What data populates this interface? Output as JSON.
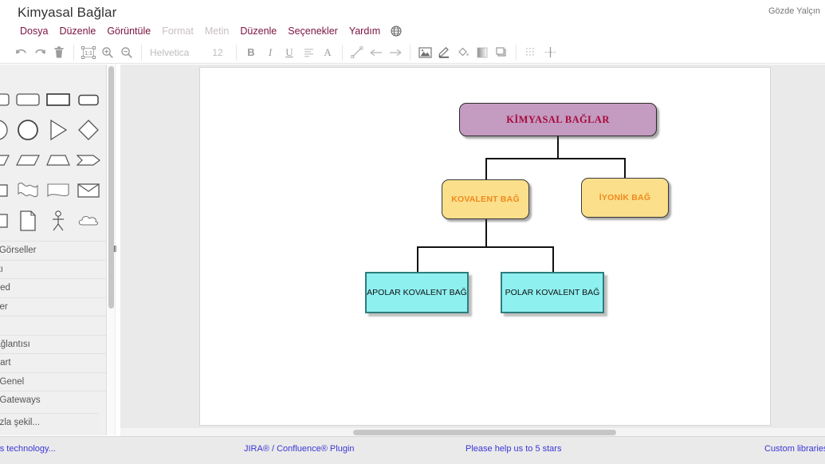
{
  "header": {
    "document_title": "Kimyasal Bağlar",
    "user_name": "Gözde Yalçın",
    "menu": [
      {
        "label": "Dosya",
        "disabled": false
      },
      {
        "label": "Düzenle",
        "disabled": false
      },
      {
        "label": "Görüntüle",
        "disabled": false
      },
      {
        "label": "Format",
        "disabled": true
      },
      {
        "label": "Metin",
        "disabled": true
      },
      {
        "label": "Düzenle",
        "disabled": false
      },
      {
        "label": "Seçenekler",
        "disabled": false
      },
      {
        "label": "Yardım",
        "disabled": false
      }
    ],
    "language_icon": "globe-icon"
  },
  "toolbar": {
    "undo": "undo-icon",
    "redo": "redo-icon",
    "delete": "trash-icon",
    "fit_page": "fit-one-to-one-icon",
    "zoom_in": "zoom-in-icon",
    "zoom_out": "zoom-out-icon",
    "font_name": "Helvetica",
    "font_size": "12",
    "bold": "B",
    "italic": "I",
    "underline": "U",
    "align": "align-icon",
    "font_color": "A",
    "line": "line-icon",
    "arrow_left": "arrow-left-icon",
    "arrow_right": "arrow-right-icon",
    "image": "image-icon",
    "line_color": "pen-icon",
    "fill_color": "fill-bucket-icon",
    "gradient": "gradient-icon",
    "shadow": "shadow-icon",
    "grid": "grid-icon",
    "waypoints": "waypoint-crosshair-icon"
  },
  "sidebar": {
    "shapes": [
      [
        "rounded-rectangle-shape",
        "rounded-rectangle-shape",
        "rectangle-shape",
        "rounded-rectangle-shape"
      ],
      [
        "circle-shape",
        "circle-shape",
        "triangle-shape",
        "diamond-shape"
      ],
      [
        "parallelogram-shape",
        "parallelogram-shape",
        "trapezoid-shape",
        "chevron-shape"
      ],
      [
        "rectangle-shape",
        "wave-shape",
        "document-shape",
        "envelope-shape"
      ],
      [
        "rectangle-shape",
        "page-shape",
        "actor-shape",
        "cloud-shape"
      ]
    ],
    "items": [
      {
        "label": "& Görseller"
      },
      {
        "label": "ıntı"
      },
      {
        "label": "nced"
      },
      {
        "label": "eller"
      },
      {
        "label": ""
      },
      {
        "label": "bağlantısı"
      },
      {
        "label": "chart"
      },
      {
        "label": "N Genel"
      },
      {
        "label": "N Gateways"
      }
    ],
    "footer_item": "fazla şekil..."
  },
  "diagram": {
    "nodes": [
      {
        "id": "root",
        "label": "KİMYASAL BAĞLAR",
        "fill": "#c49bc1",
        "text_color": "#a60a3c"
      },
      {
        "id": "kovalent",
        "label": "KOVALENT BAĞ",
        "fill": "#fbdf8b",
        "text_color": "#f08a1e"
      },
      {
        "id": "iyonik",
        "label": "İYONİK BAĞ",
        "fill": "#fbdf8b",
        "text_color": "#f08a1e"
      },
      {
        "id": "apolar",
        "label": "APOLAR KOVALENT BAĞ",
        "fill": "#8ff0f0",
        "text_color": "#111111"
      },
      {
        "id": "polar",
        "label": "POLAR KOVALENT BAĞ",
        "fill": "#8ff0f0",
        "text_color": "#111111"
      }
    ]
  },
  "footer": {
    "links": [
      "t this technology...",
      "JIRA® / Confluence® Plugin",
      "Please help us to 5 stars",
      "Custom libraries"
    ]
  }
}
